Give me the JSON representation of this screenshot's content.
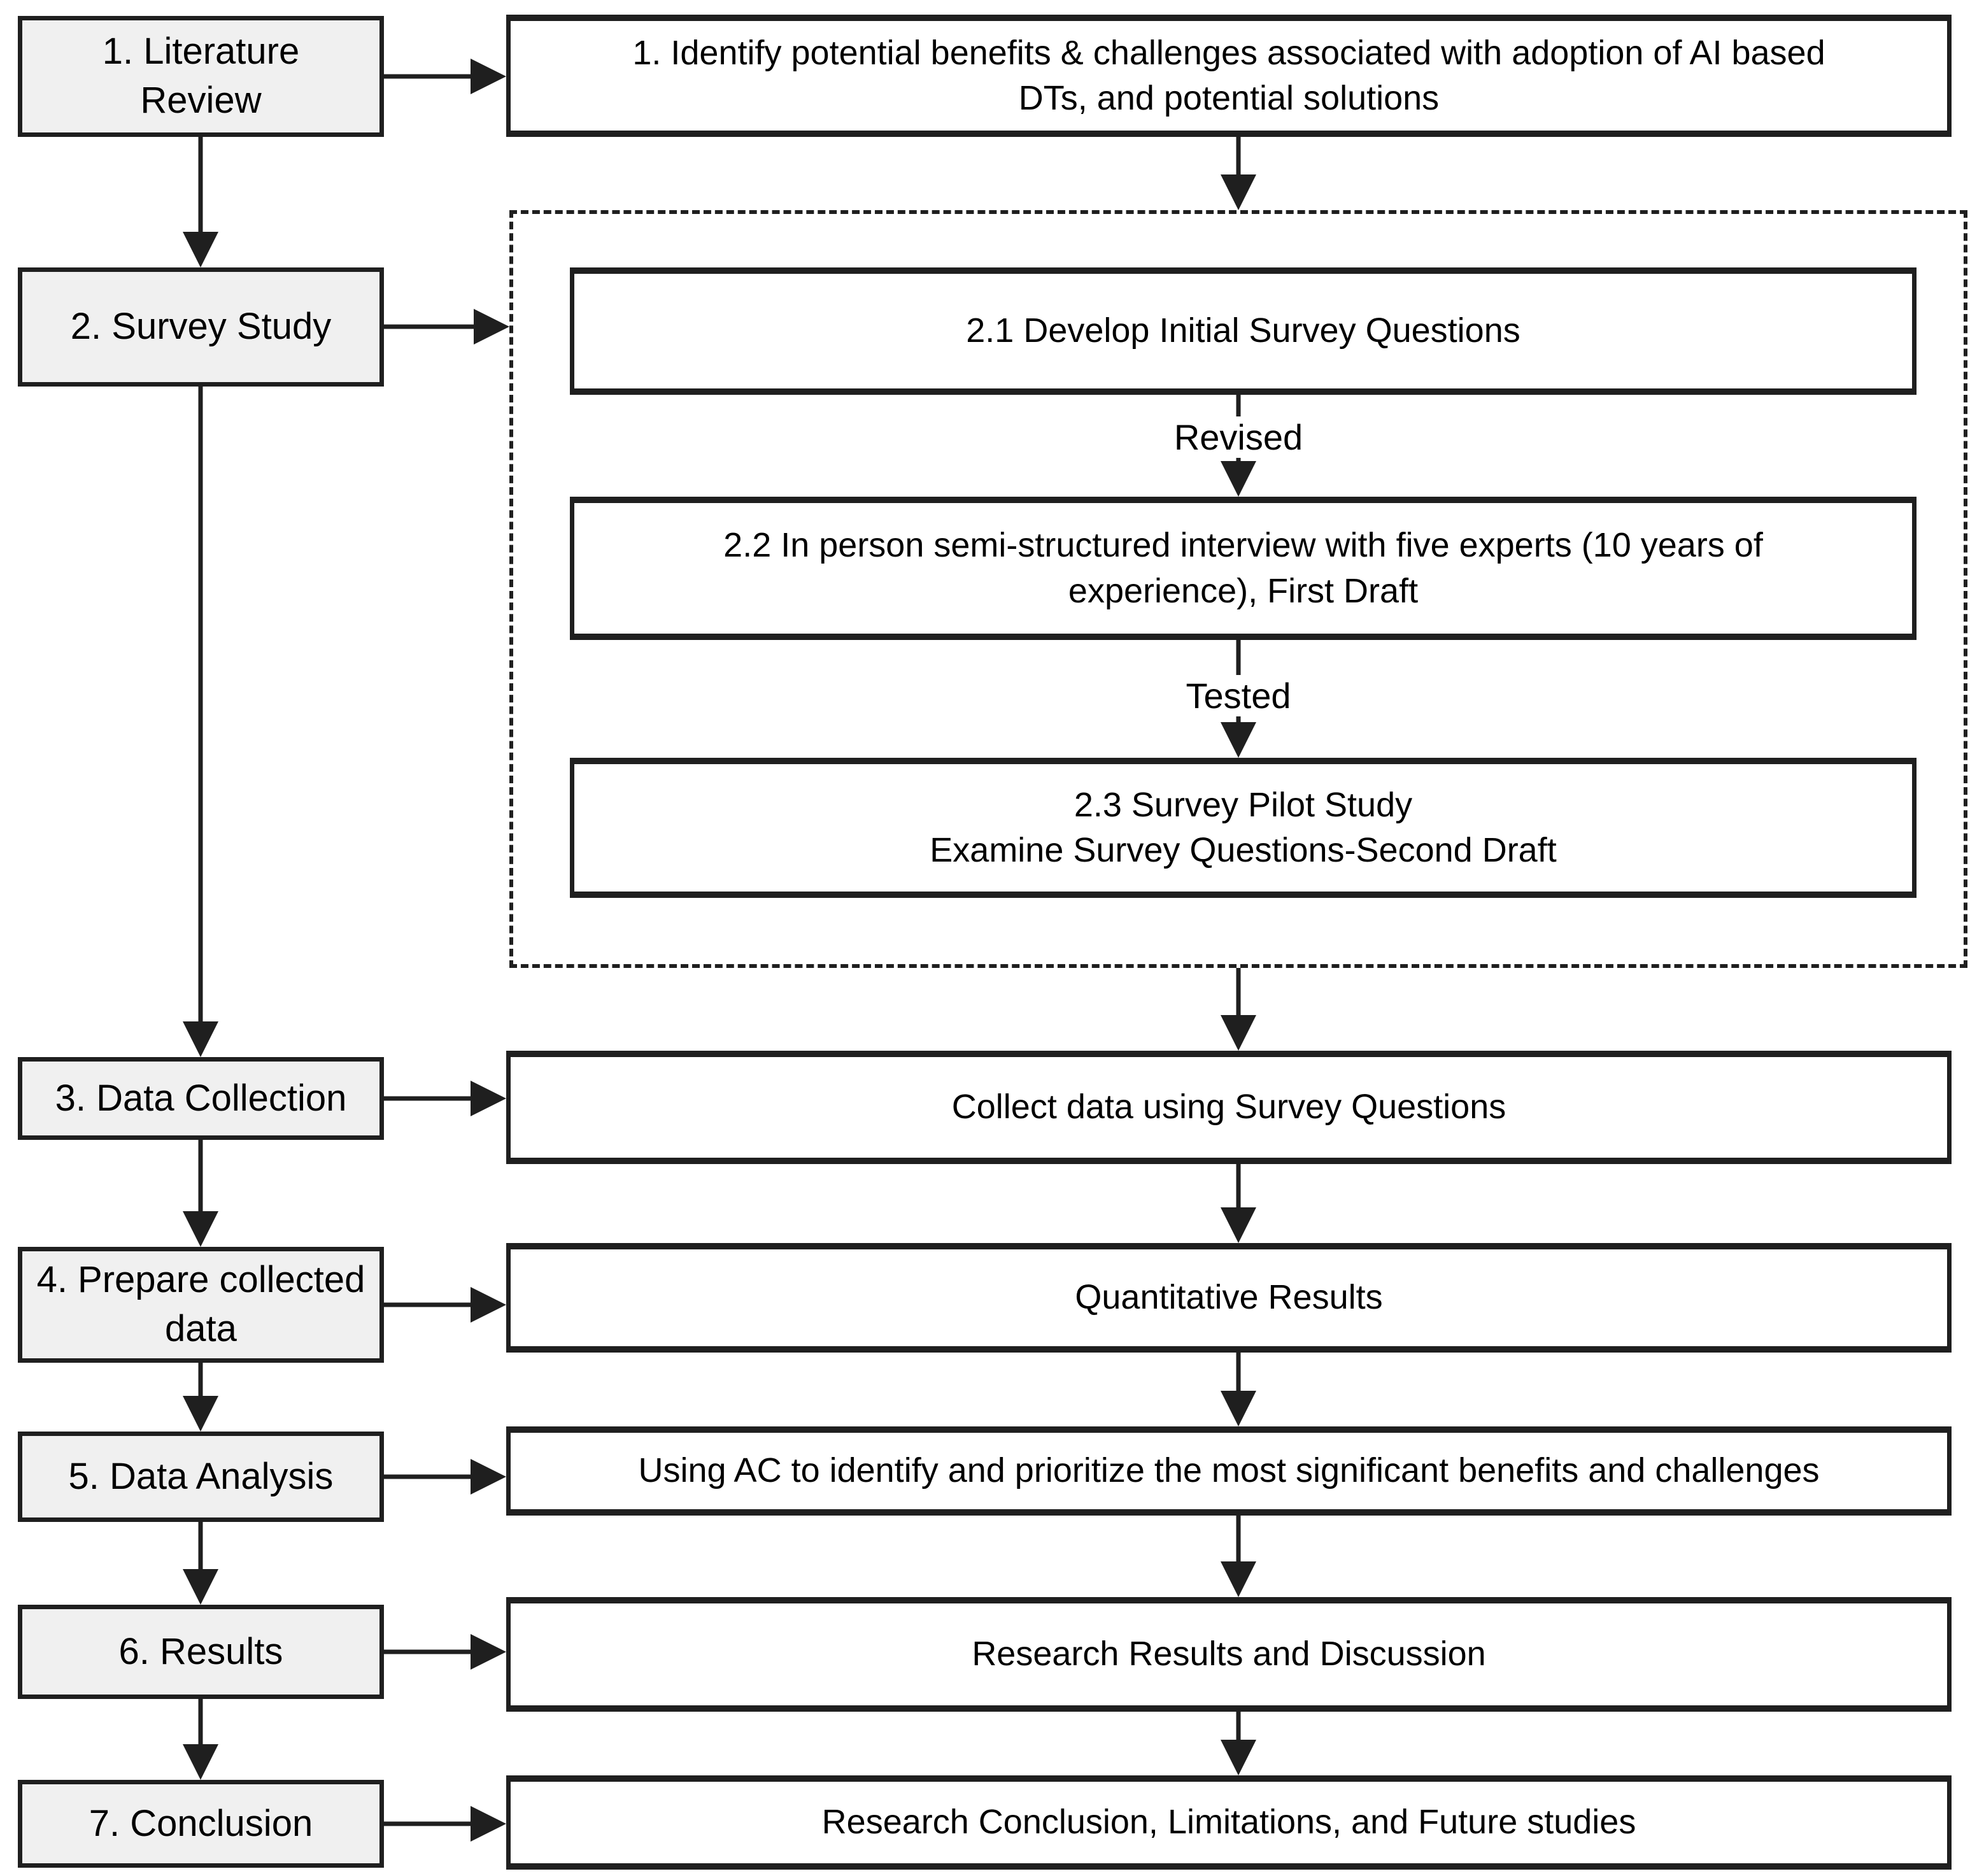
{
  "colors": {
    "background": "#ffffff",
    "step_box_fill": "#f0f0f0",
    "detail_box_fill": "#ffffff",
    "line": "#1f1f1f",
    "text": "#000000"
  },
  "flowchart": {
    "steps": [
      {
        "label": "1. Literature\nReview",
        "detail": "1. Identify potential benefits & challenges associated with adoption of AI based\nDTs, and potential solutions"
      },
      {
        "label": "2. Survey Study"
      },
      {
        "label": "3. Data Collection",
        "detail": "Collect data using Survey Questions"
      },
      {
        "label": "4. Prepare collected\ndata",
        "detail": "Quantitative Results"
      },
      {
        "label": "5. Data Analysis",
        "detail": "Using AC to identify and prioritize the most significant benefits and challenges"
      },
      {
        "label": "6. Results",
        "detail": "Research Results and Discussion"
      },
      {
        "label": "7. Conclusion",
        "detail": "Research Conclusion, Limitations, and Future studies"
      }
    ],
    "survey_substeps": {
      "box_2_1": "2.1 Develop Initial Survey Questions",
      "arrow_label_revised": "Revised",
      "box_2_2": "2.2 In person semi-structured interview with five experts (10 years of\nexperience), First Draft",
      "arrow_label_tested": "Tested",
      "box_2_3": "2.3 Survey Pilot Study\nExamine Survey Questions-Second Draft"
    }
  }
}
